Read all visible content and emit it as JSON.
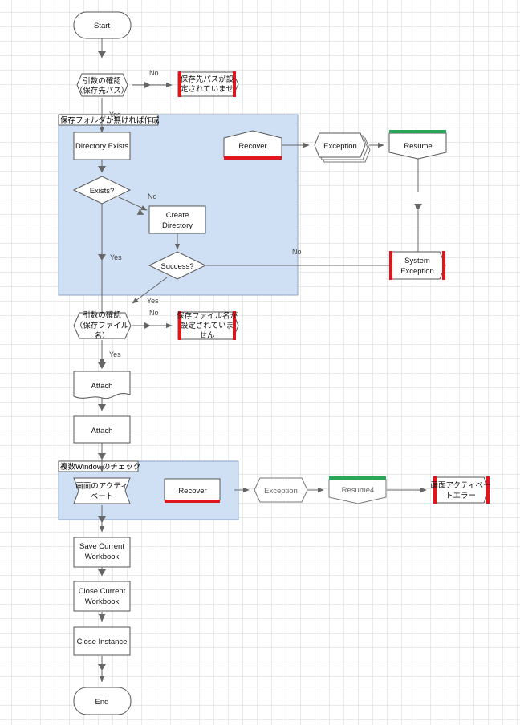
{
  "blocks": {
    "save_folder": "保存フォルダが無ければ作成",
    "multi_window": "複数Windowのチェック"
  },
  "nodes": {
    "start": "Start",
    "check_args_path": [
      "引数の確認",
      "（保存先パス）"
    ],
    "err_path": [
      "保存先パスが設",
      "定されていませ"
    ],
    "directory_exists": "Directory Exists",
    "exists_q": "Exists?",
    "create_directory": [
      "Create",
      "Directory"
    ],
    "success_q": "Success?",
    "recover1": "Recover",
    "exception1": "Exception",
    "resume1": "Resume",
    "system_exception": [
      "System",
      "Exception"
    ],
    "check_args_file": [
      "引数の確認",
      "（保存ファイル",
      "名）"
    ],
    "err_file": [
      "保存ファイル名が",
      "設定されていま",
      "せん"
    ],
    "attach1": "Attach",
    "attach2": "Attach",
    "activate": [
      "画面のアクティ",
      "ベート"
    ],
    "recover2": "Recover",
    "exception2": "Exception",
    "resume4": "Resume4",
    "err_activate": [
      "画面アクティベー",
      "トエラー"
    ],
    "save_workbook": [
      "Save Current",
      "Workbook"
    ],
    "close_workbook": [
      "Close Current",
      "Workbook"
    ],
    "close_instance": "Close Instance",
    "end": "End"
  },
  "labels": {
    "no": "No",
    "yes": "Yes"
  },
  "colors": {
    "block_fill": "#cfe0f4",
    "block_border": "#8aa4c8",
    "error_bar": "#e0161c",
    "resume_bar": "#2aa65a",
    "grid": "#d6d6d6",
    "arrow": "#666666"
  }
}
